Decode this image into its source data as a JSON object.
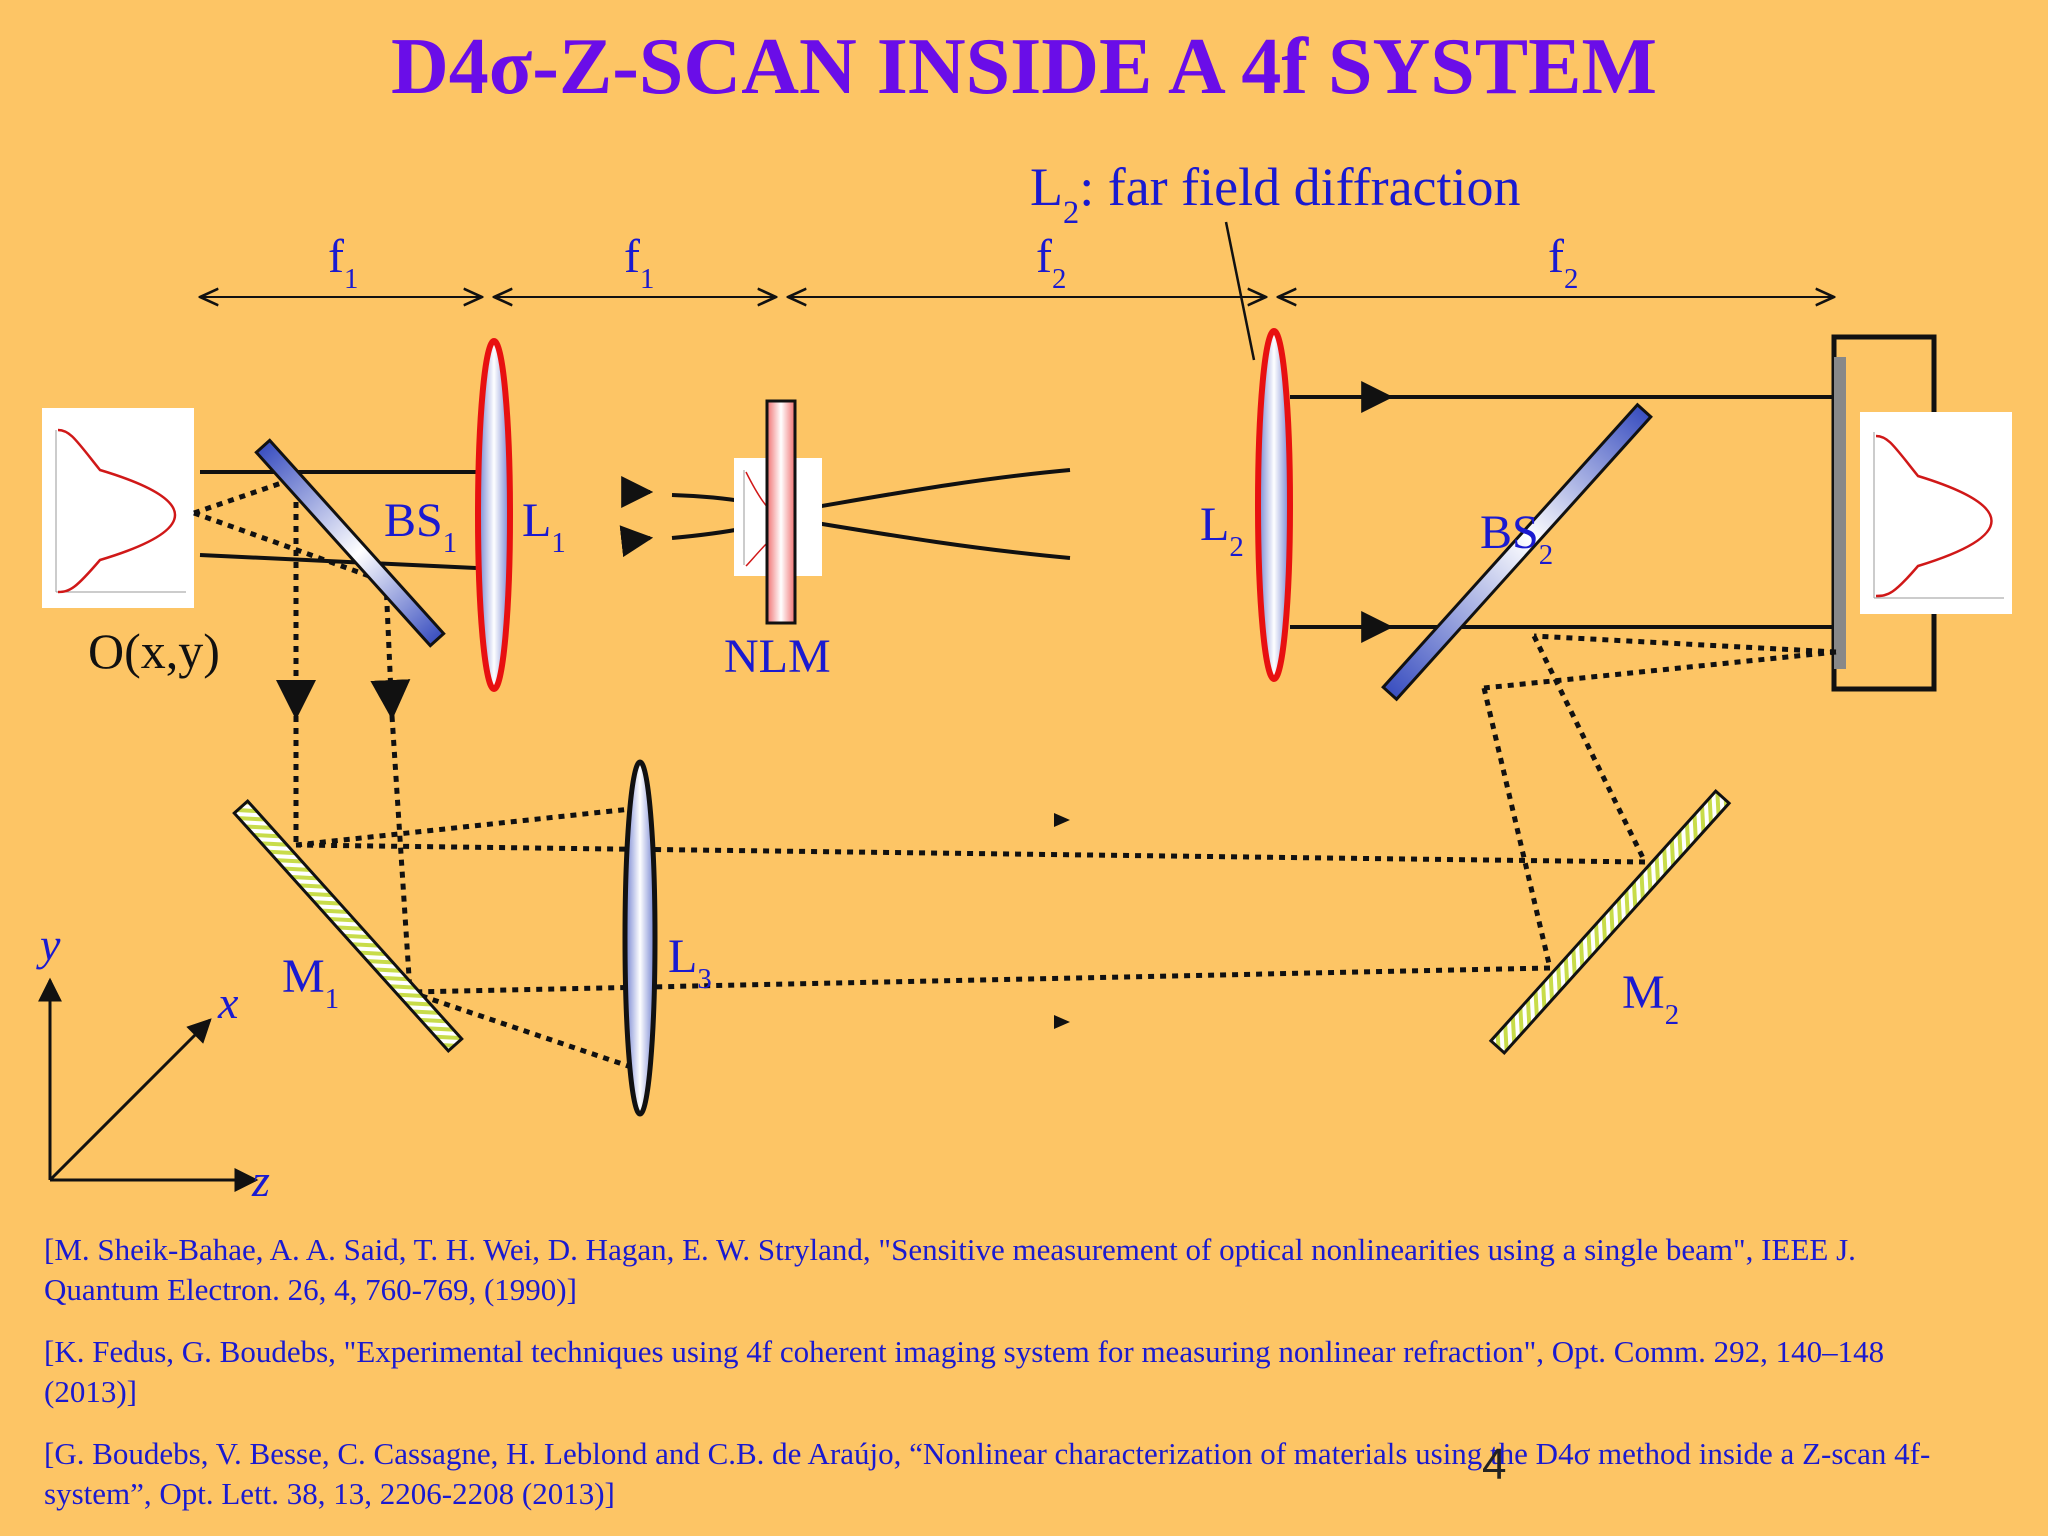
{
  "title": "D4σ-Z-SCAN INSIDE A 4f SYSTEM",
  "labels": {
    "far_field": "L2: far field diffraction",
    "f1_a": "f1",
    "f1_b": "f1",
    "f2_a": "f2",
    "f2_b": "f2",
    "bs1": "BS1",
    "l1": "L1",
    "l2": "L2",
    "l3": "L3",
    "bs2": "BS2",
    "nlm": "NLM",
    "object": "O(x,y)",
    "m1": "M1",
    "m2": "M2",
    "axis_x": "x",
    "axis_y": "y",
    "axis_z": "z"
  },
  "references": [
    "[M. Sheik-Bahae, A. A. Said, T. H. Wei, D. Hagan, E. W. Stryland, \"Sensitive measurement of optical nonlinearities using a single beam\", IEEE J. Quantum Electron. 26, 4, 760-769, (1990)]",
    "[K. Fedus, G. Boudebs, \"Experimental techniques using 4f coherent imaging system for measuring nonlinear refraction\", Opt. Comm. 292, 140–148 (2013)]",
    "[G. Boudebs, V. Besse, C. Cassagne, H. Leblond and C.B. de Araújo, “Nonlinear characterization of materials using the D4σ method inside a Z-scan 4f-system”, Opt. Lett. 38, 13, 2206-2208 (2013)]"
  ],
  "page_number": "4",
  "colors": {
    "background": "#FDC565",
    "title": "#6A0DE8",
    "label": "#1A1AD0",
    "lens_rim": "#E81010",
    "splitter": "#4A5FC8",
    "mirror": "#D6E86A"
  }
}
